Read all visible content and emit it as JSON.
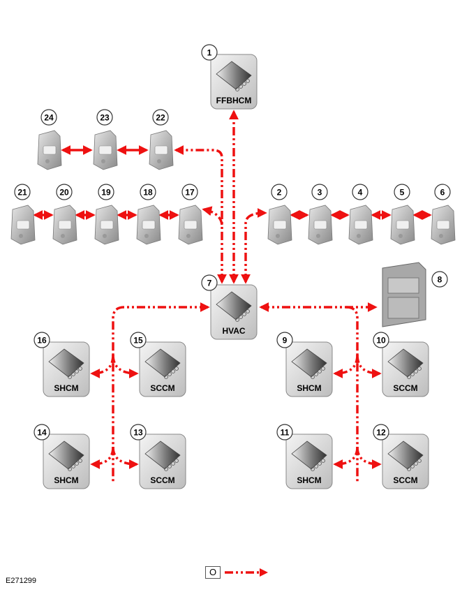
{
  "figure_ref": "E271299",
  "legend": {
    "code": "O",
    "meaning_line_color": "#ee1111"
  },
  "colors": {
    "line": "#ee1111",
    "box": "#d9d9d9"
  },
  "modules": [
    {
      "num": "1",
      "label": "FFBHCM"
    },
    {
      "num": "7",
      "label": "HVAC"
    },
    {
      "num": "16",
      "label": "SHCM"
    },
    {
      "num": "15",
      "label": "SCCM"
    },
    {
      "num": "14",
      "label": "SHCM"
    },
    {
      "num": "13",
      "label": "SCCM"
    },
    {
      "num": "9",
      "label": "SHCM"
    },
    {
      "num": "10",
      "label": "SCCM"
    },
    {
      "num": "11",
      "label": "SHCM"
    },
    {
      "num": "12",
      "label": "SCCM"
    }
  ],
  "display_unit": {
    "num": "8"
  },
  "actuators": [
    "24",
    "23",
    "22",
    "21",
    "20",
    "19",
    "18",
    "17",
    "2",
    "3",
    "4",
    "5",
    "6"
  ]
}
